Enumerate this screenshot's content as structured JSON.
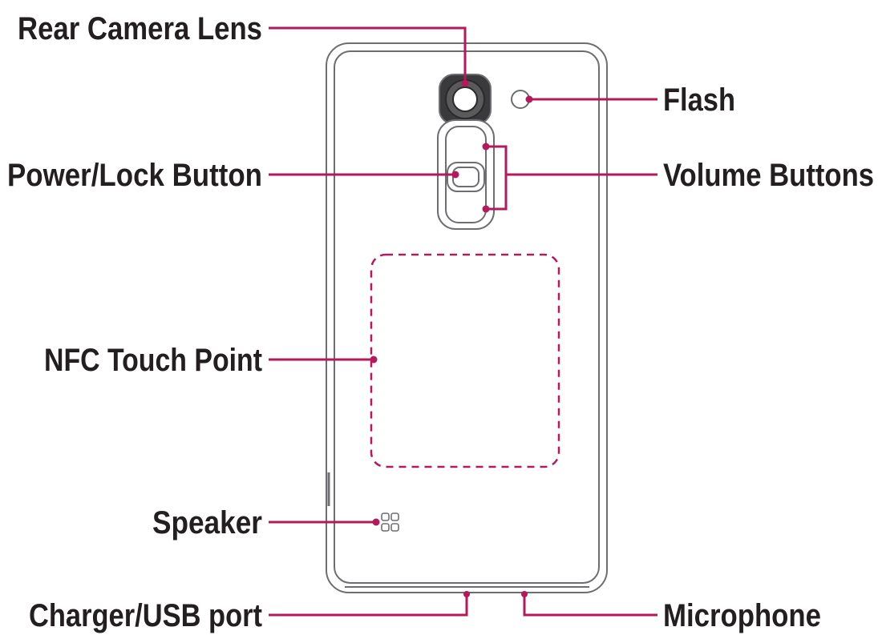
{
  "colors": {
    "accent": "#b5185b",
    "outline": "#6d6e71",
    "label_text": "#231f20"
  },
  "labels": {
    "rear_camera_lens": "Rear Camera Lens",
    "flash": "Flash",
    "power_lock_button": "Power/Lock Button",
    "volume_buttons": "Volume Buttons",
    "nfc_touch_point": "NFC Touch Point",
    "speaker": "Speaker",
    "charger_usb_port": "Charger/USB port",
    "microphone": "Microphone"
  }
}
